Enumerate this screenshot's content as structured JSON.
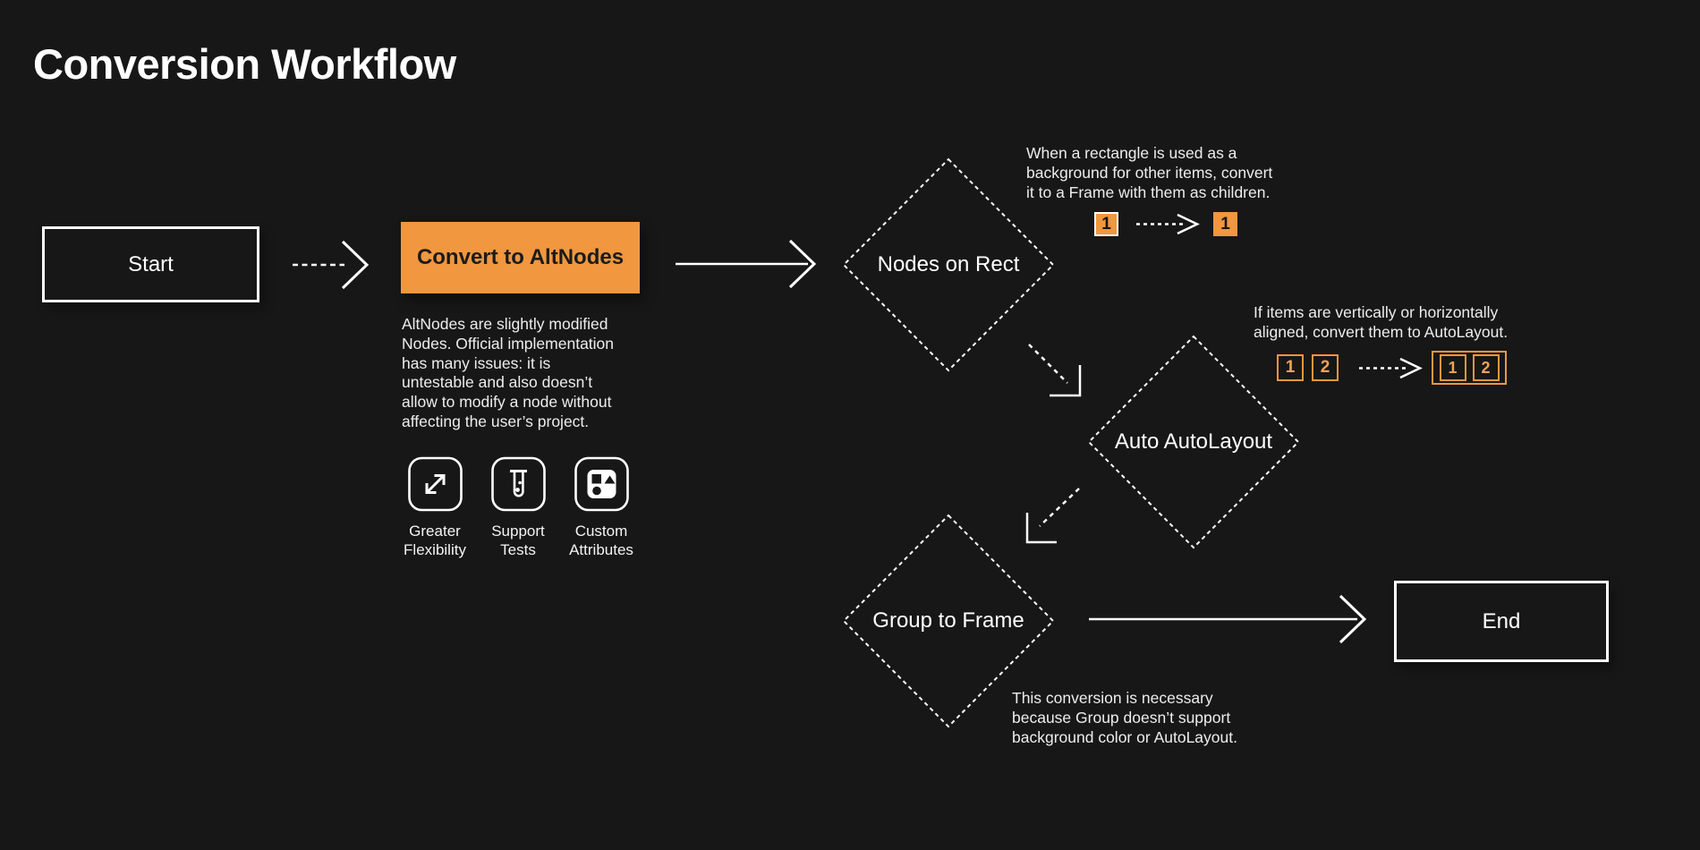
{
  "title": "Conversion Workflow",
  "colors": {
    "background": "#171717",
    "accent": "#F0973F",
    "line": "#FFFFFF"
  },
  "flow": {
    "start": "Start",
    "convert": "Convert to AltNodes",
    "nodes_on_rect": "Nodes on Rect",
    "auto_autolayout": "Auto AutoLayout",
    "group_to_frame": "Group to Frame",
    "end": "End"
  },
  "convert_note": "AltNodes are slightly modified\nNodes. Official implementation\nhas many issues: it is\nuntestable and also doesn’t\nallow to modify a node without\naffecting the user’s project.",
  "features": [
    {
      "icon": "expand-icon",
      "label": "Greater\nFlexibility"
    },
    {
      "icon": "test-tube-icon",
      "label": "Support\nTests"
    },
    {
      "icon": "shapes-icon",
      "label": "Custom\nAttributes"
    }
  ],
  "nodes_on_rect_note": {
    "text": "When a rectangle is used as a\nbackground for other items, convert\nit to a Frame with them as children.",
    "before_badge": "1",
    "after_badge": "1"
  },
  "autolayout_note": {
    "text": "If items are vertically or horizontally\naligned, convert them to AutoLayout.",
    "before_items": [
      "1",
      "2"
    ],
    "after_items": [
      "1",
      "2"
    ]
  },
  "group_note": "This conversion is necessary\nbecause Group doesn’t support\nbackground color or AutoLayout."
}
